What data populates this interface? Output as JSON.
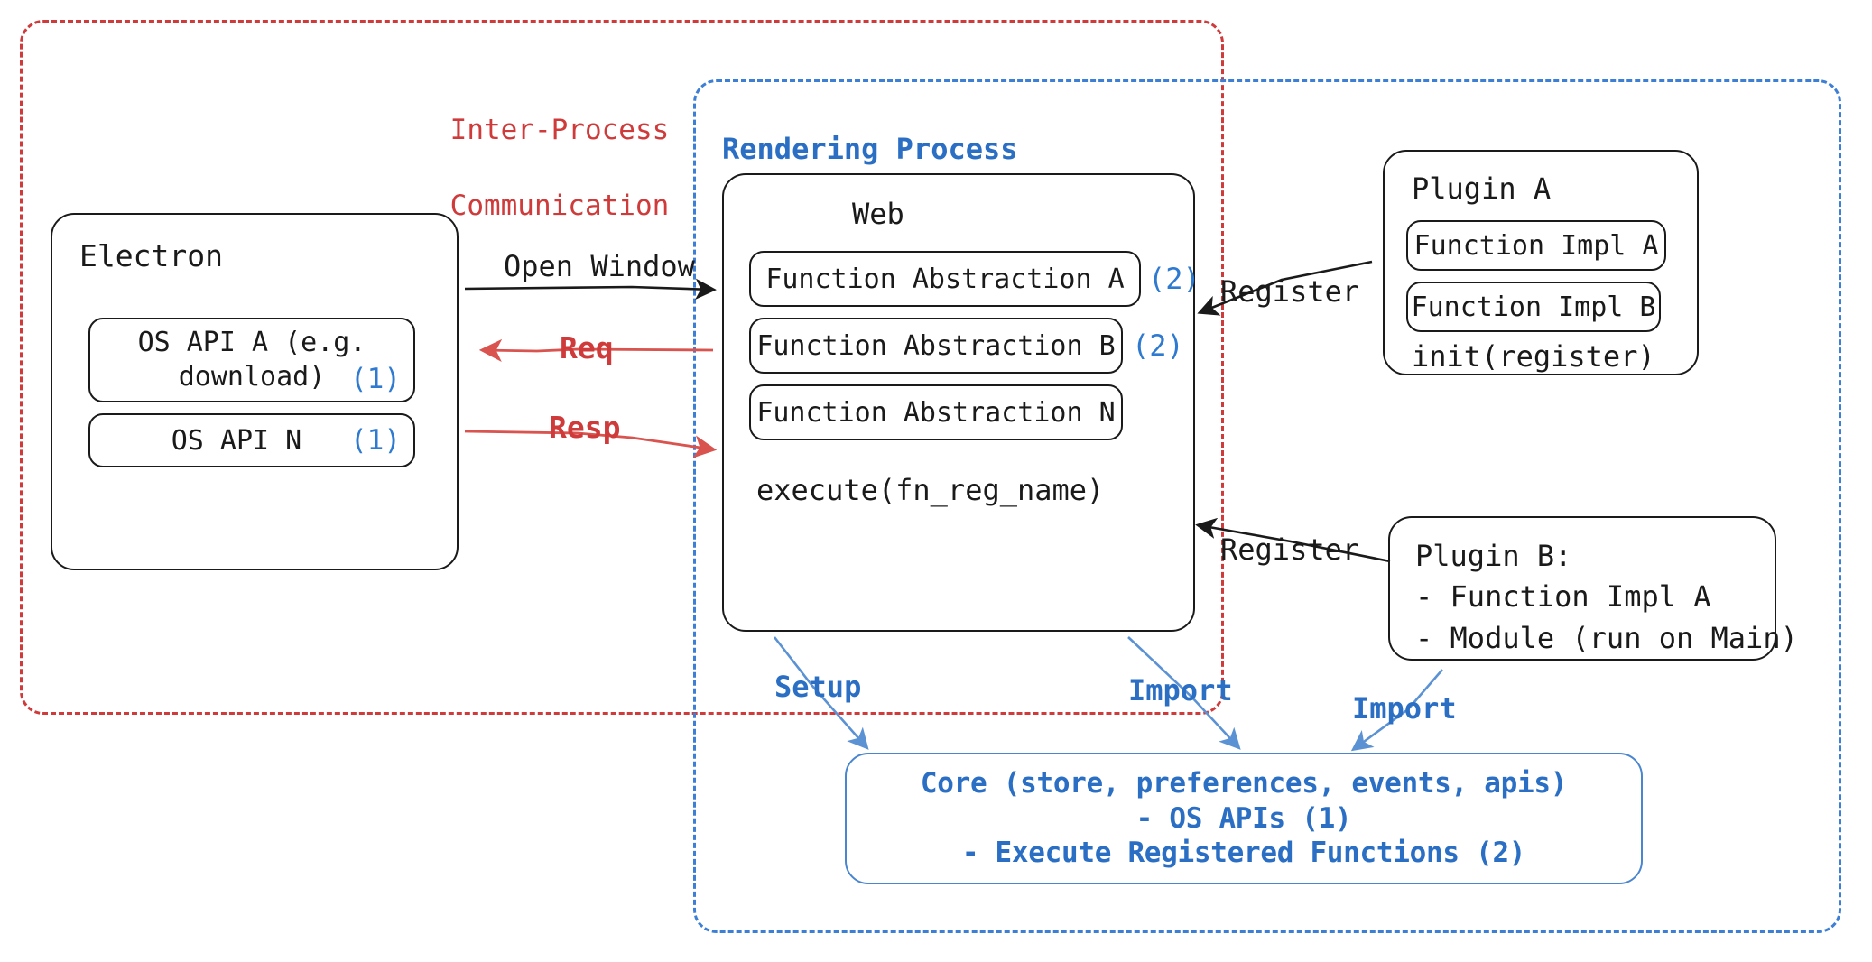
{
  "diagram": {
    "title": "Electron plugin architecture",
    "colors": {
      "ipc_red": "#cf3b3b",
      "renderer_blue": "#3d7fd4",
      "marker_blue": "#2f7ad1",
      "core_blue": "#2b6fc4",
      "stroke_black": "#1a1a1a"
    }
  },
  "groups": {
    "ipc": {
      "label_line1": "Inter-Process",
      "label_line2": "Communication"
    },
    "renderer": {
      "label": "Rendering Process"
    }
  },
  "electron": {
    "title": "Electron",
    "apis": [
      {
        "label": "OS API A (e.g.\ndownload)",
        "marker": "(1)"
      },
      {
        "label": "OS API N",
        "marker": "(1)"
      }
    ]
  },
  "web": {
    "title": "Web",
    "abstractions": [
      {
        "label": "Function Abstraction A",
        "marker": "(2)"
      },
      {
        "label": "Function Abstraction B",
        "marker": "(2)"
      },
      {
        "label": "Function Abstraction N",
        "marker": ""
      }
    ],
    "footer": "execute(fn_reg_name)"
  },
  "plugin_a": {
    "title": "Plugin A",
    "functions": [
      "Function Impl A",
      "Function Impl B"
    ],
    "footer": "init(register)"
  },
  "plugin_b": {
    "title": "Plugin B:",
    "items": [
      "- Function Impl A",
      "- Module (run on Main)"
    ]
  },
  "core": {
    "line1": "Core (store, preferences, events, apis)",
    "line2": "- OS APIs (1)",
    "line3": "- Execute Registered Functions (2)"
  },
  "edges": {
    "open_window": "Open Window",
    "req": "Req",
    "resp": "Resp",
    "register_a": "Register",
    "register_b": "Register",
    "setup": "Setup",
    "import_web": "Import",
    "import_plugin": "Import"
  }
}
